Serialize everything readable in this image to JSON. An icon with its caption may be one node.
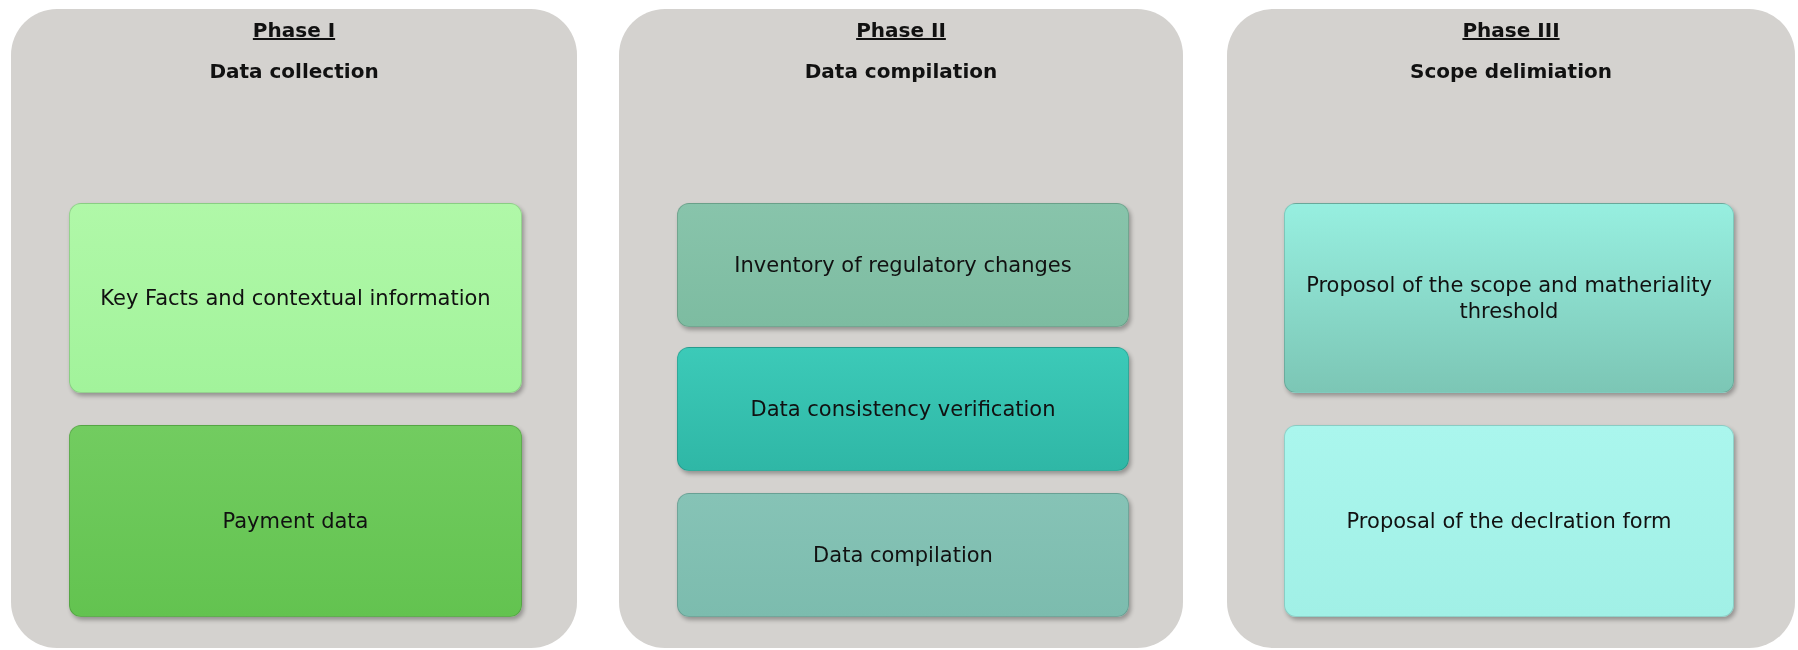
{
  "diagram": {
    "nodes": [
      {
        "text": [
          "Phase I",
          "Data collection"
        ]
      },
      {
        "text": [
          "Key Facts and contextual information"
        ],
        "in": 0
      },
      {
        "text": [
          "Payment data"
        ],
        "in": 0
      },
      {
        "text": [
          "Phase II",
          "Data compilation"
        ]
      },
      {
        "text": [
          "Inventory of regulatory changes"
        ],
        "in": 3
      },
      {
        "text": [
          "Data consistency verification"
        ],
        "in": 3
      },
      {
        "text": [
          "Data compilation"
        ],
        "in": 3
      },
      {
        "text": [
          "Phase III",
          "Scope delimiation"
        ]
      },
      {
        "text": [
          "Proposol of the scope and matheriality threshold"
        ],
        "in": 7
      },
      {
        "text": [
          "Proposal of the declration form"
        ],
        "in": 7
      }
    ],
    "edges": []
  }
}
